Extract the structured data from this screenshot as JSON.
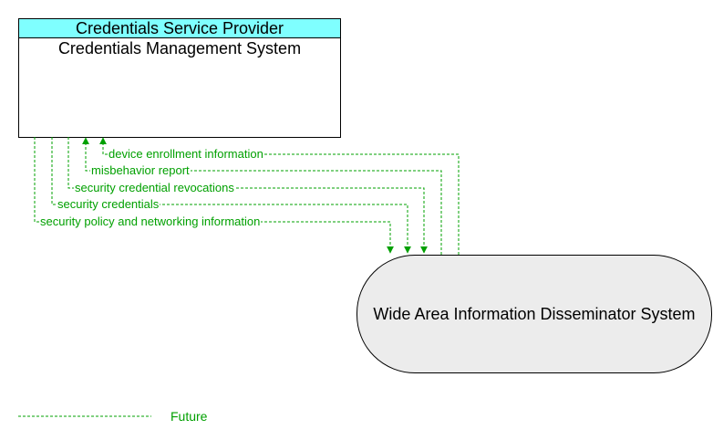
{
  "top_element": {
    "stakeholder": "Credentials Service Provider",
    "system": "Credentials Management System"
  },
  "bottom_element": {
    "system": "Wide Area Information Disseminator System"
  },
  "flows": [
    {
      "label": "device enrollment information",
      "direction": "to-top"
    },
    {
      "label": "misbehavior report",
      "direction": "to-top"
    },
    {
      "label": "security credential revocations",
      "direction": "to-bottom"
    },
    {
      "label": "security credentials",
      "direction": "to-bottom"
    },
    {
      "label": "security policy and networking information",
      "direction": "to-bottom"
    }
  ],
  "legend": {
    "future_label": "Future"
  },
  "colors": {
    "flow_line": "#00a000",
    "header_fill": "#7fffff",
    "ellipse_fill": "#ececec"
  }
}
